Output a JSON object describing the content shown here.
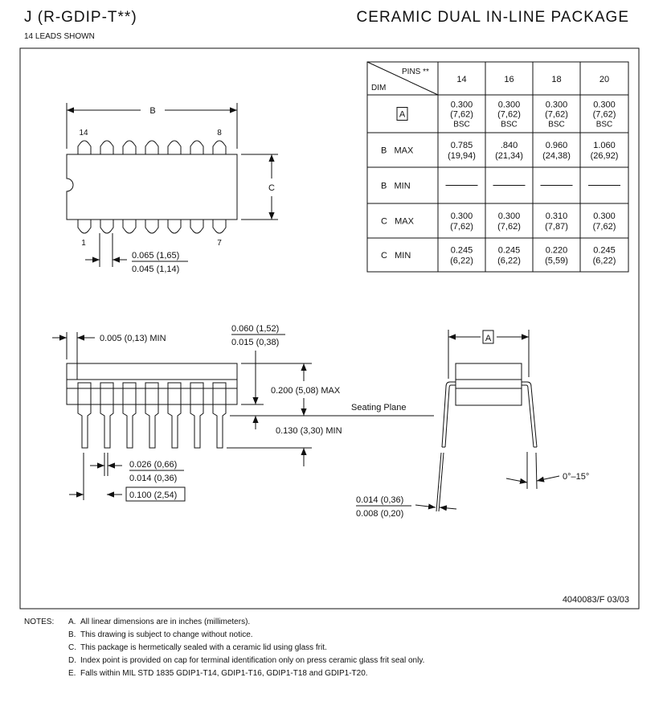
{
  "header": {
    "package_code": "J (R-GDIP-T**)",
    "package_name": "CERAMIC DUAL IN-LINE PACKAGE",
    "leads_shown": "14 LEADS SHOWN"
  },
  "table": {
    "pins_label": "PINS **",
    "dim_label": "DIM",
    "pins": [
      "14",
      "16",
      "18",
      "20"
    ],
    "rows": [
      {
        "dim": "A",
        "boxed": true,
        "cells": [
          [
            "0.300",
            "(7,62)",
            "BSC"
          ],
          [
            "0.300",
            "(7,62)",
            "BSC"
          ],
          [
            "0.300",
            "(7,62)",
            "BSC"
          ],
          [
            "0.300",
            "(7,62)",
            "BSC"
          ]
        ]
      },
      {
        "dim": "B   MAX",
        "cells": [
          [
            "0.785",
            "(19,94)"
          ],
          [
            ".840",
            "(21,34)"
          ],
          [
            "0.960",
            "(24,38)"
          ],
          [
            "1.060",
            "(26,92)"
          ]
        ]
      },
      {
        "dim": "B   MIN",
        "cells": [
          [
            "—"
          ],
          [
            "—"
          ],
          [
            "—"
          ],
          [
            "—"
          ]
        ]
      },
      {
        "dim": "C   MAX",
        "cells": [
          [
            "0.300",
            "(7,62)"
          ],
          [
            "0.300",
            "(7,62)"
          ],
          [
            "0.310",
            "(7,87)"
          ],
          [
            "0.300",
            "(7,62)"
          ]
        ]
      },
      {
        "dim": "C   MIN",
        "cells": [
          [
            "0.245",
            "(6,22)"
          ],
          [
            "0.245",
            "(6,22)"
          ],
          [
            "0.220",
            "(5,59)"
          ],
          [
            "0.245",
            "(6,22)"
          ]
        ]
      }
    ]
  },
  "top_view": {
    "dim_b": "B",
    "dim_c": "C",
    "pin_14": "14",
    "pin_8": "8",
    "pin_1": "1",
    "pin_7": "7",
    "lead_width_max": "0.065 (1,65)",
    "lead_width_min": "0.045 (1,14)"
  },
  "side_view": {
    "end_clearance": "0.005 (0,13) MIN",
    "standoff_max": "0.060 (1,52)",
    "standoff_min": "0.015 (0,38)",
    "height": "0.200 (5,08) MAX",
    "seating_plane": "Seating Plane",
    "lead_length": "0.130 (3,30) MIN",
    "pin_width_max": "0.026 (0,66)",
    "pin_width_min": "0.014 (0,36)",
    "pitch": "0.100 (2,54)"
  },
  "end_view": {
    "dim_a": "A",
    "angle": "0°–15°",
    "lead_thick_max": "0.014 (0,36)",
    "lead_thick_min": "0.008 (0,20)"
  },
  "drawing_number": "4040083/F 03/03",
  "notes": {
    "label": "NOTES:",
    "items": [
      {
        "letter": "A.",
        "text": "All linear dimensions are in inches (millimeters)."
      },
      {
        "letter": "B.",
        "text": "This drawing is subject to change without notice."
      },
      {
        "letter": "C.",
        "text": "This package is hermetically sealed with a ceramic lid using glass frit."
      },
      {
        "letter": "D.",
        "text": "Index point is provided on cap for terminal identification only on press ceramic glass frit seal only."
      },
      {
        "letter": "E.",
        "text": "Falls within MIL STD 1835 GDIP1-T14, GDIP1-T16, GDIP1-T18 and GDIP1-T20."
      }
    ]
  }
}
